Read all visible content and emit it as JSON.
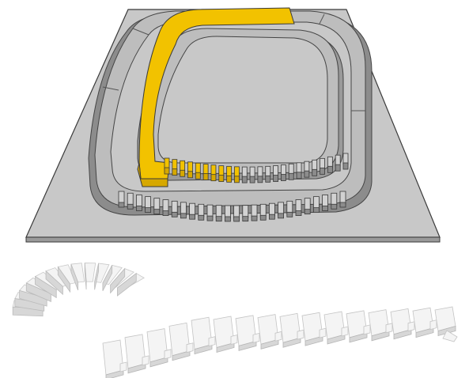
{
  "figure": {
    "colors": {
      "background": "#ffffff",
      "base_plate": "#c8c8c8",
      "plate_outline": "#3a3a3a",
      "track_inner_top": "#bdbdbd",
      "track_wall_light": "#d2d2d2",
      "track_wall_dark": "#8c8c8c",
      "highlight_track": "#f2c200",
      "highlight_wall": "#d6a800",
      "foam_light": "#f4f4f4",
      "foam_shadow": "#d7d7d7"
    },
    "elements": {
      "upper_panel": "assembled-oval-track-on-base-plate",
      "outer_ring": "segmented-outer-track-with-finger-joints",
      "inner_ring": "inner-track-highlighted-yellow",
      "lower_panel": "flexible-foam-strip-with-comb-cuts"
    }
  }
}
